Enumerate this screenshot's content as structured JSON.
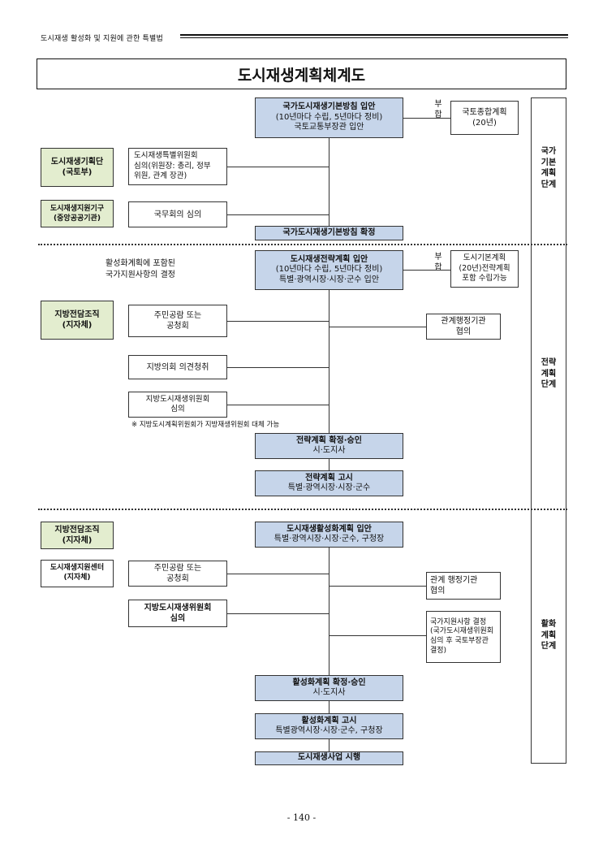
{
  "header": {
    "text": "도시재생 활성화 및 지원에 관한 특별법"
  },
  "title": "도시재생계획체계도",
  "page_number": "- 140 -",
  "stages": {
    "national": "국가\n기본\n계획\n단계",
    "strategic": "전략\n계획\n단계",
    "activation": "활화\n계획\n단계"
  },
  "national": {
    "main": {
      "line1": "국가도시재생기본방침 입안",
      "line2": "(10년마다 수립, 5년마다 정비)",
      "line3": "국토교통부장관 입안"
    },
    "busu": "부\n합",
    "plan": "국토종합계획\n(20년)",
    "planning_team": "도시재생기획단\n(국토부)",
    "committee": "도시재생특별위원회\n심의(위원장: 총리, 정부\n위원, 관계 장관)",
    "support_org": "도시재생지원기구\n(중앙공공기관)",
    "cabinet": "국무회의 심의",
    "confirm": "국가도시재생기본방침 확정"
  },
  "strategic": {
    "note_left": "활성화계획에 포함된\n국가지원사항의 결정",
    "main": {
      "line1": "도시재생전략계획 입안",
      "line2": "(10년마다 수립, 5년마다 정비)",
      "line3": "특별·광역시장·시장·군수 입안"
    },
    "busu": "부\n합",
    "plan": "도시기본계획\n(20년)전략계획\n포함 수립가능",
    "local_org": "지방전담조직\n(지자체)",
    "hearing": "주민공람 또는\n공청회",
    "agency": "관계행정기관\n협의",
    "council": "지방의회 의견청취",
    "committee": "지방도시재생위원회\n심의",
    "committee_note": "※ 지방도시계획위원회가 지방재생위원회 대체 가능",
    "approve": {
      "line1": "전략계획 확정·승인",
      "line2": "시·도지사"
    },
    "notice": {
      "line1": "전략계획 고시",
      "line2": "특별·광역시장·시장·군수"
    }
  },
  "activation": {
    "local_org": "지방전담조직\n(지자체)",
    "main": {
      "line1": "도시재생활성화계획 입안",
      "line2": "특별·광역시장·시장·군수, 구청장"
    },
    "support_center": "도시재생지원센터\n(지자체)",
    "hearing": "주민공람 또는\n공청회",
    "agency": "관계 행정기관\n협의",
    "committee": "지방도시재생위원회\n심의",
    "national_support": "국가지원사항 결정\n(국가도시재생위원회\n심의 후 국토부장관\n결정)",
    "approve": {
      "line1": "활성화계획 확정·승인",
      "line2": "시·도지사"
    },
    "notice": {
      "line1": "활성화계획 고시",
      "line2": "특별광역시장·시장·군수, 구청장"
    },
    "execute": "도시재생사업 시행"
  }
}
